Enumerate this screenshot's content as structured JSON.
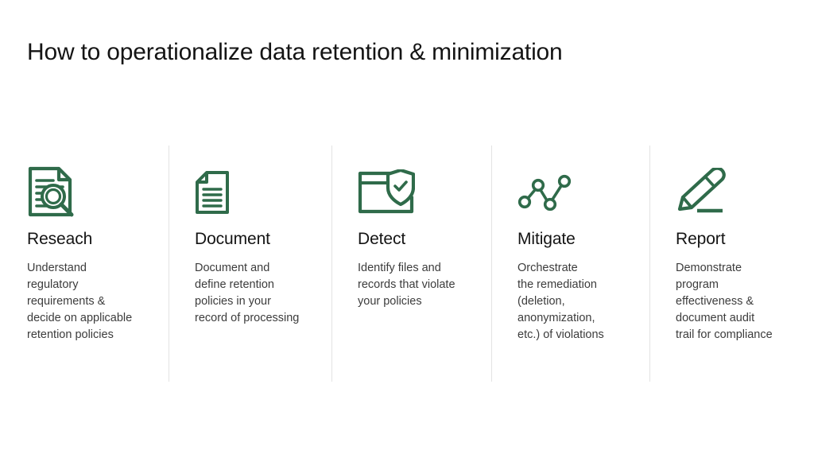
{
  "slide": {
    "title": "How to operationalize data retention & minimization",
    "background_color": "#ffffff",
    "title_color": "#141414",
    "accent_color": "#2f6b4a",
    "divider_color": "#e3e3e3",
    "body_text_color": "#3c3c3c"
  },
  "columns": [
    {
      "icon": "document-magnifier-icon",
      "heading": "Reseach",
      "description": "Understand\nregulatory\nrequirements &\ndecide on applicable\nretention policies"
    },
    {
      "icon": "document-lines-icon",
      "heading": "Document",
      "description": "Document and\ndefine retention\npolicies in your\nrecord of processing"
    },
    {
      "icon": "folder-shield-check-icon",
      "heading": "Detect",
      "description": "Identify files and\nrecords that violate\nyour policies"
    },
    {
      "icon": "node-graph-icon",
      "heading": "Mitigate",
      "description": "Orchestrate\nthe remediation\n(deletion,\nanonymization,\n etc.) of violations"
    },
    {
      "icon": "pencil-underline-icon",
      "heading": "Report",
      "description": "Demonstrate\nprogram\neffectiveness &\ndocument audit\ntrail for compliance"
    }
  ]
}
